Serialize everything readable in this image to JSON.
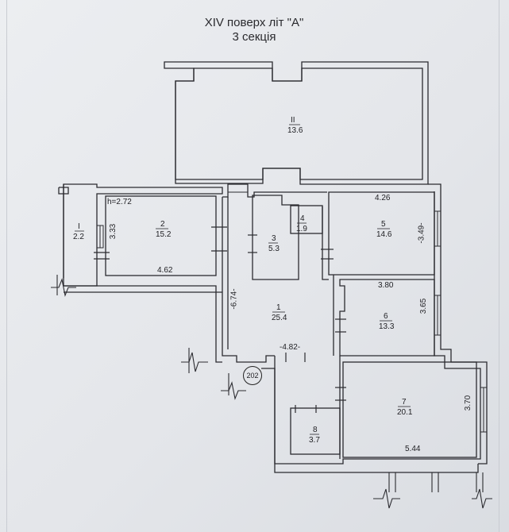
{
  "header": {
    "title_line1": "XIV поверх  літ \"А\"",
    "title_line2": "3 секція"
  },
  "rooms": [
    {
      "id": "II",
      "area": "13.6"
    },
    {
      "id": "I",
      "area": "2.2"
    },
    {
      "id": "2",
      "area": "15.2"
    },
    {
      "id": "3",
      "area": "5.3"
    },
    {
      "id": "4",
      "area": "1.9"
    },
    {
      "id": "5",
      "area": "14.6"
    },
    {
      "id": "1",
      "area": "25.4"
    },
    {
      "id": "6",
      "area": "13.3"
    },
    {
      "id": "7",
      "area": "20.1"
    },
    {
      "id": "8",
      "area": "3.7"
    }
  ],
  "dimensions": {
    "ceiling_height": "h=2.72",
    "d_333": "3.33",
    "d_462": "4.62",
    "d_426": "4.26",
    "d_349": "-3.49-",
    "d_674": "-6.74-",
    "d_380": "3.80",
    "d_365": "3.65",
    "d_482": "-4.82-",
    "d_370": "3.70",
    "d_544": "5.44"
  },
  "apartment_number": "202",
  "colors": {
    "wall": "#2b2b30",
    "paper": "#e6e8ec",
    "text": "#1f1f23"
  }
}
